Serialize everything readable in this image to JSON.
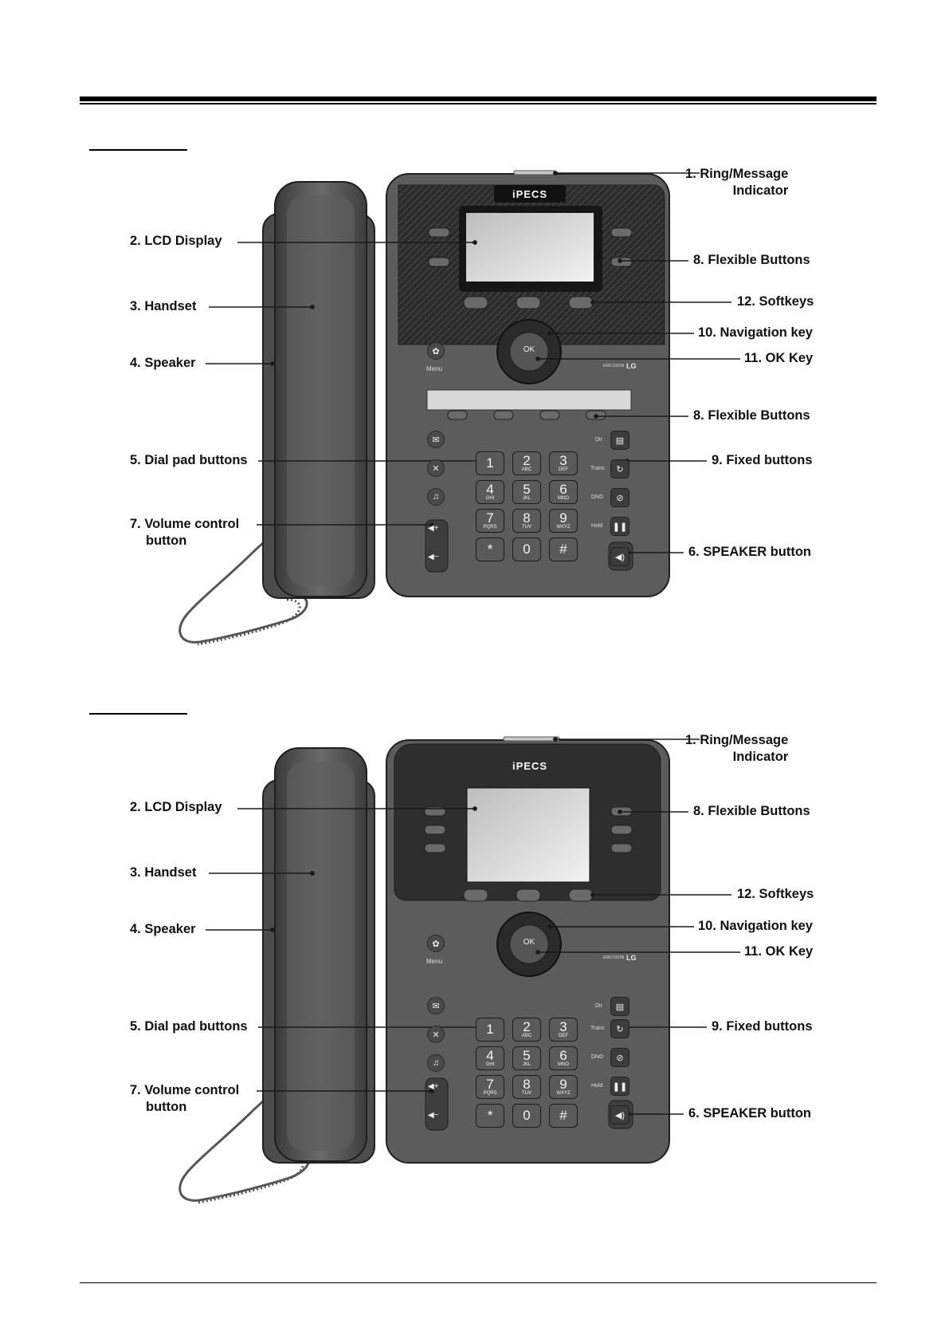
{
  "figures": [
    {
      "phone": {
        "brand": "iPECS",
        "menu_label": "Menu",
        "ok_label": "OK",
        "vendor": "LG",
        "vendor_sub": "ERICSSON",
        "fixed_labels": [
          "Dir",
          "Trans",
          "DND",
          "Hold"
        ],
        "keys": [
          {
            "d": "1",
            "s": ""
          },
          {
            "d": "2",
            "s": "ABC"
          },
          {
            "d": "3",
            "s": "DEF"
          },
          {
            "d": "4",
            "s": "GHI"
          },
          {
            "d": "5",
            "s": "JKL"
          },
          {
            "d": "6",
            "s": "MNO"
          },
          {
            "d": "7",
            "s": "PQRS"
          },
          {
            "d": "8",
            "s": "TUV"
          },
          {
            "d": "9",
            "s": "WXYZ"
          },
          {
            "d": "*",
            "s": ""
          },
          {
            "d": "0",
            "s": ""
          },
          {
            "d": "#",
            "s": ""
          }
        ]
      },
      "callouts": {
        "ring": [
          "1. Ring/Message",
          "Indicator"
        ],
        "lcd": "2. LCD Display",
        "handset": "3. Handset",
        "speaker": "4. Speaker",
        "dialpad": "5. Dial pad buttons",
        "speaker_btn": "6. SPEAKER button",
        "volume": [
          "7. Volume control",
          "button"
        ],
        "flex_top": "8. Flexible Buttons",
        "flex_bottom": "8. Flexible Buttons",
        "fixed": "9. Fixed buttons",
        "nav": "10. Navigation key",
        "ok": "11. OK Key",
        "softkeys": "12. Softkeys"
      }
    },
    {
      "phone": {
        "brand": "iPECS",
        "menu_label": "Menu",
        "ok_label": "OK",
        "vendor": "LG",
        "vendor_sub": "ERICSSON",
        "fixed_labels": [
          "Dir",
          "Trans",
          "DND",
          "Hold"
        ],
        "keys": [
          {
            "d": "1",
            "s": ""
          },
          {
            "d": "2",
            "s": "ABC"
          },
          {
            "d": "3",
            "s": "DEF"
          },
          {
            "d": "4",
            "s": "GHI"
          },
          {
            "d": "5",
            "s": "JKL"
          },
          {
            "d": "6",
            "s": "MNO"
          },
          {
            "d": "7",
            "s": "PQRS"
          },
          {
            "d": "8",
            "s": "TUV"
          },
          {
            "d": "9",
            "s": "WXYZ"
          },
          {
            "d": "*",
            "s": ""
          },
          {
            "d": "0",
            "s": ""
          },
          {
            "d": "#",
            "s": ""
          }
        ]
      },
      "callouts": {
        "ring": [
          "1. Ring/Message",
          "Indicator"
        ],
        "lcd": "2. LCD Display",
        "handset": "3. Handset",
        "speaker": "4. Speaker",
        "dialpad": "5. Dial pad buttons",
        "speaker_btn": "6. SPEAKER button",
        "volume": [
          "7. Volume control",
          "button"
        ],
        "flex_top": "8. Flexible Buttons",
        "fixed": "9. Fixed buttons",
        "nav": "10. Navigation key",
        "ok": "11. OK Key",
        "softkeys": "12. Softkeys"
      }
    }
  ],
  "colors": {
    "body": "#5c5c5c",
    "panel": "#3a3a3a",
    "text": "#111111",
    "line": "#1a1a1a"
  }
}
